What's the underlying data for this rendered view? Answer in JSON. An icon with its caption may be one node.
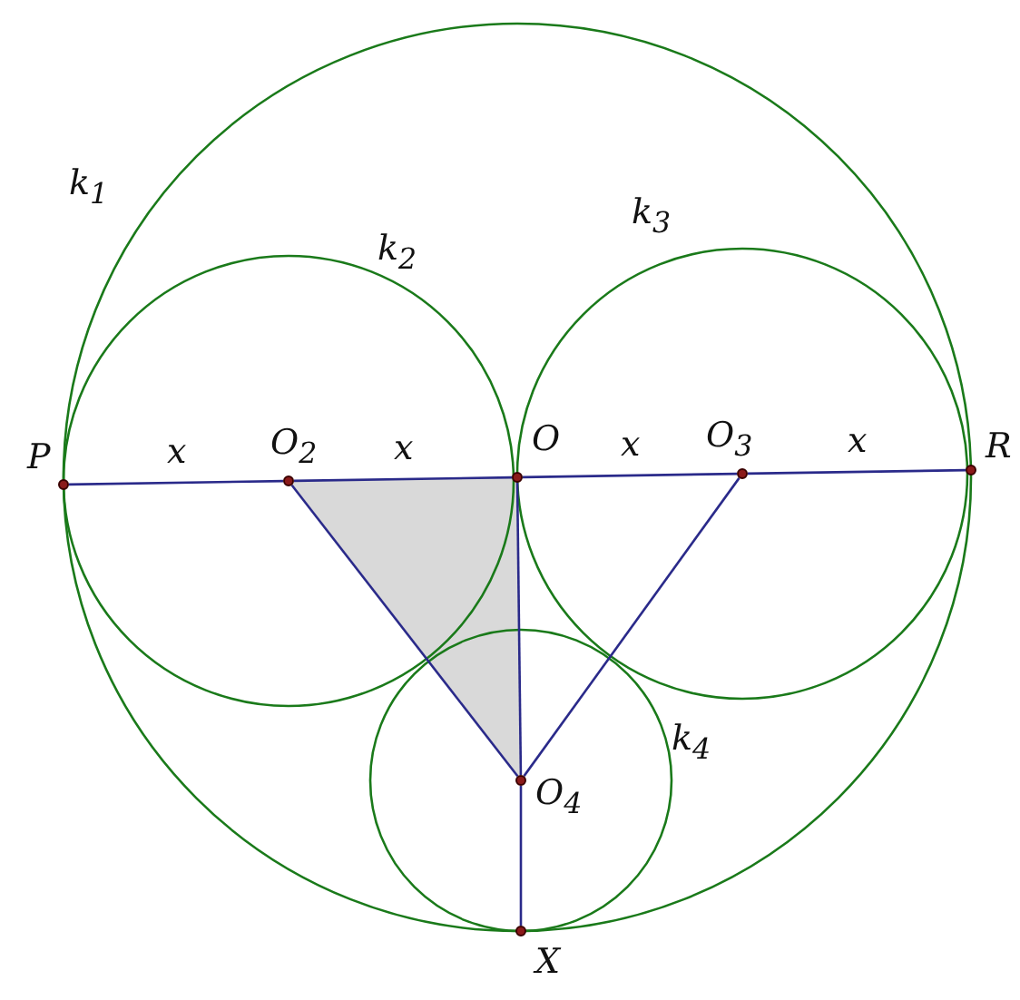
{
  "diagram": {
    "nodes": [
      {
        "text": [
          "P"
        ]
      },
      {
        "text": [
          "O$_{2}$"
        ]
      },
      {
        "text": [
          "O"
        ]
      },
      {
        "text": [
          "O$_{3}$"
        ]
      },
      {
        "text": [
          "R"
        ]
      },
      {
        "text": [
          "O$_{4}$"
        ]
      },
      {
        "text": [
          "X"
        ]
      }
    ],
    "edges": [
      {
        "from": 0,
        "to": 1,
        "arrow": "none",
        "label": "x"
      },
      {
        "from": 1,
        "to": 2,
        "arrow": "none",
        "label": "x"
      },
      {
        "from": 2,
        "to": 3,
        "arrow": "none",
        "label": "x"
      },
      {
        "from": 3,
        "to": 4,
        "arrow": "none",
        "label": "x"
      },
      {
        "from": 1,
        "to": 5,
        "arrow": "none"
      },
      {
        "from": 3,
        "to": 5,
        "arrow": "none"
      },
      {
        "from": 2,
        "to": 5,
        "arrow": "none"
      },
      {
        "from": 5,
        "to": 6,
        "arrow": "none"
      }
    ],
    "labels": [
      "k$_{1}$",
      "k$_{2}$",
      "k$_{3}$",
      "k$_{4}$"
    ]
  }
}
